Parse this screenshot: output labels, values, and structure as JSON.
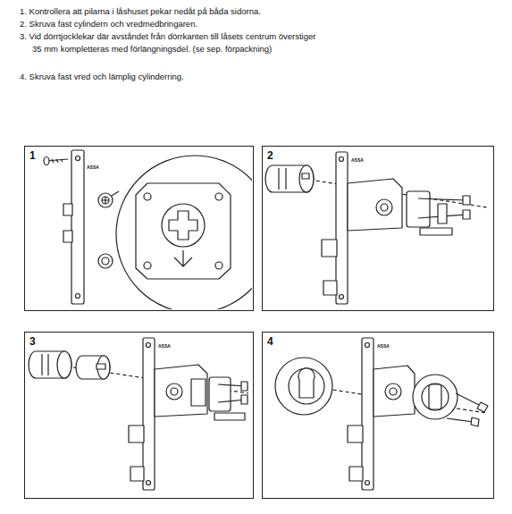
{
  "diagram": {
    "nodes": [
      {
        "text": [
          "1"
        ]
      },
      {
        "text": [
          "2"
        ]
      },
      {
        "text": [
          "3"
        ]
      },
      {
        "text": [
          "4"
        ]
      }
    ],
    "labels": [
      "1. Kontrollera att pilarna i låshuset pekar nedåt på båda sidorna.",
      "2. Skruva fast cylindern och vredmedbringaren.",
      "3. Vid dörrtjocklekar där avståndet från dörrkanten till låsets centrum överstiger 35 mm kompletteras med förlängningsdel. (se sep. förpackning)",
      "4. Skruva fast vred och lämplig cylinderring.",
      "ASSA",
      "ASSA",
      "ASSA",
      "ASSA"
    ]
  }
}
